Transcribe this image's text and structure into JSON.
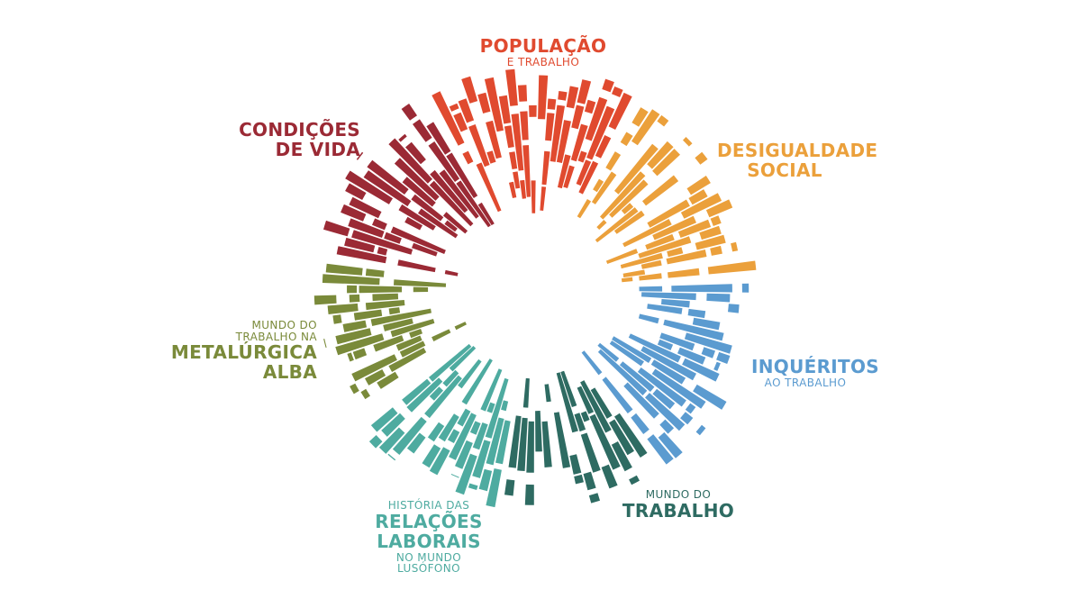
{
  "categories": [
    {
      "id": "populacao",
      "color": "#e04a2f",
      "lines": [
        {
          "t": "POPULAÇÃO",
          "s": "big"
        },
        {
          "t": "E TRABALHO",
          "s": "small"
        }
      ]
    },
    {
      "id": "desigualdade",
      "color": "#eba03b",
      "lines": [
        {
          "t": "DESIGUALDADE",
          "s": "big"
        },
        {
          "t": "SOCIAL",
          "s": "big"
        }
      ]
    },
    {
      "id": "inqueritos",
      "color": "#5b9bd0",
      "lines": [
        {
          "t": "INQUÉRITOS",
          "s": "big"
        },
        {
          "t": "AO TRABALHO",
          "s": "small"
        }
      ]
    },
    {
      "id": "mundo-trabalho",
      "color": "#2e6b62",
      "lines": [
        {
          "t": "MUNDO DO",
          "s": "small"
        },
        {
          "t": "TRABALHO",
          "s": "big"
        }
      ]
    },
    {
      "id": "relacoes",
      "color": "#4eaba0",
      "lines": [
        {
          "t": "HISTÓRIA DAS",
          "s": "small"
        },
        {
          "t": "RELAÇÕES",
          "s": "big"
        },
        {
          "t": "LABORAIS",
          "s": "big"
        },
        {
          "t": "NO MUNDO",
          "s": "small"
        },
        {
          "t": "LUSÓFONO",
          "s": "small"
        }
      ]
    },
    {
      "id": "metalurgica",
      "color": "#7a8a3a",
      "lines": [
        {
          "t": "MUNDO DO",
          "s": "small"
        },
        {
          "t": "TRABALHO NA",
          "s": "small"
        },
        {
          "t": "METALÚRGICA",
          "s": "big"
        },
        {
          "t": "ALBA",
          "s": "big"
        }
      ]
    },
    {
      "id": "condicoes",
      "color": "#9b2a35",
      "lines": [
        {
          "t": "CONDIÇÕES",
          "s": "big"
        },
        {
          "t": "DE VIDA",
          "s": "big"
        }
      ]
    }
  ]
}
